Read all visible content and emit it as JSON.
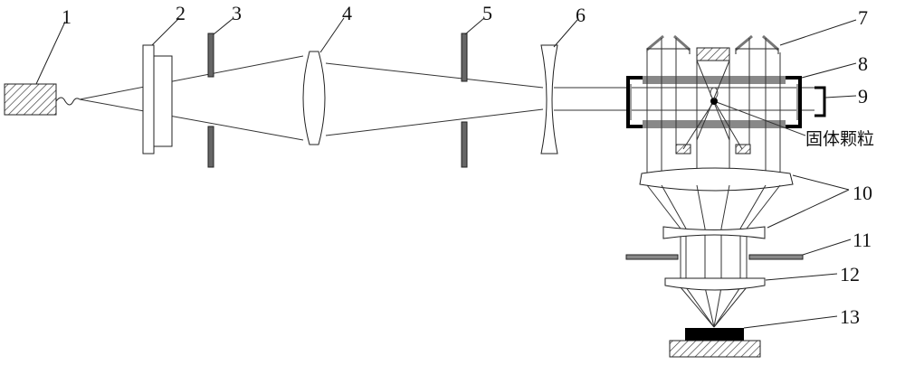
{
  "labels": {
    "l1": "1",
    "l2": "2",
    "l3": "3",
    "l4": "4",
    "l5": "5",
    "l6": "6",
    "l7": "7",
    "l8": "8",
    "l9": "9",
    "l10": "10",
    "l11": "11",
    "l12": "12",
    "l13": "13",
    "particle": "固体颗粒"
  },
  "colors": {
    "line": "#222222",
    "gray": "#808080",
    "black": "#000000"
  }
}
